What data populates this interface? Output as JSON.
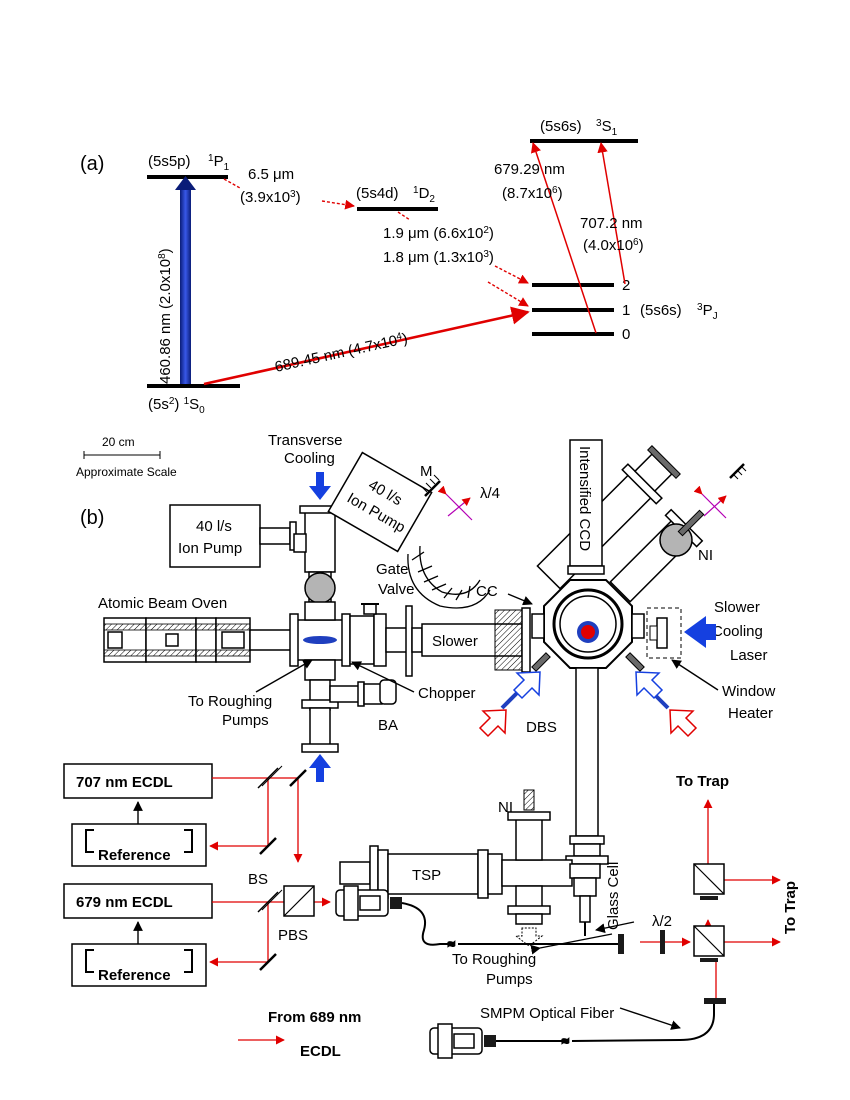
{
  "panel_a": {
    "label": "(a)",
    "level_1p1": "(5s5p)",
    "level_1p1_term": "1P1",
    "level_1s0": "(5s",
    "level_1s0_tail": ") 1S0",
    "level_1d2": "(5s4d)",
    "level_1d2_term": "1D2",
    "level_3s1": "(5s6s)",
    "level_3s1_term": "3S1",
    "level_3pj": "(5s6s)",
    "level_3pj_term": "3PJ",
    "j2": "2",
    "j1": "1",
    "j0": "0",
    "t_460": "460.86 nm (2.0x10",
    "t_460_exp": "8",
    "t_65": "6.5  μm",
    "t_65_rate": "(3.9x10",
    "t_65_exp": "3",
    "t_19": "1.9  μm (6.6x10",
    "t_19_exp": "2",
    "t_18": "1.8  μm (1.3x10",
    "t_18_exp": "3",
    "t_689": "689.45 nm (4.7x10",
    "t_689_exp": "4",
    "t_679": "679.29 nm",
    "t_679_rate": "(8.7x10",
    "t_679_exp": "6",
    "t_707": "707.2 nm",
    "t_707_rate": "(4.0x10",
    "t_707_exp": "6"
  },
  "panel_b": {
    "label": "(b)",
    "scale_value": "20 cm",
    "scale_caption": "Approximate Scale",
    "transverse_cooling": [
      "Transverse",
      "Cooling"
    ],
    "ion_pump_top": [
      "40 l/s",
      "Ion Pump"
    ],
    "ion_pump_left": [
      "40 l/s",
      "Ion Pump"
    ],
    "mirror_m": "M",
    "quarter_wave": "λ/4",
    "intensified_ccd": "Intensified CCD",
    "ni_top": "NI",
    "gate_valve": [
      "Gate",
      "Valve"
    ],
    "cc": "CC",
    "oven": "Atomic Beam Oven",
    "slower": "Slower",
    "slower_laser": [
      "Slower",
      "Cooling",
      "Laser"
    ],
    "to_roughing_left": [
      "To Roughing",
      "Pumps"
    ],
    "chopper": "Chopper",
    "ba": "BA",
    "dbs": "DBS",
    "window_heater": [
      "Window",
      "Heater"
    ],
    "ecdl_707": "707 nm ECDL",
    "ecdl_679": "679 nm ECDL",
    "reference_1": "Reference",
    "reference_2": "Reference",
    "bs": "BS",
    "pbs": "PBS",
    "ni_bottom": "NI",
    "tsp": "TSP",
    "to_roughing_bottom": [
      "To Roughing",
      "Pumps"
    ],
    "glass_cell": "Glass Cell",
    "to_trap_top": "To Trap",
    "to_trap_right": "To Trap",
    "half_wave": "λ/2",
    "fiber": "SMPM Optical Fiber",
    "from_689": [
      "From 689 nm",
      "ECDL"
    ]
  },
  "colors": {
    "laser_red": "#e00000",
    "blue_beam": "#1f3fbf",
    "blue_arrow": "#1540e0",
    "pump_gray": "#b4b4b4"
  }
}
